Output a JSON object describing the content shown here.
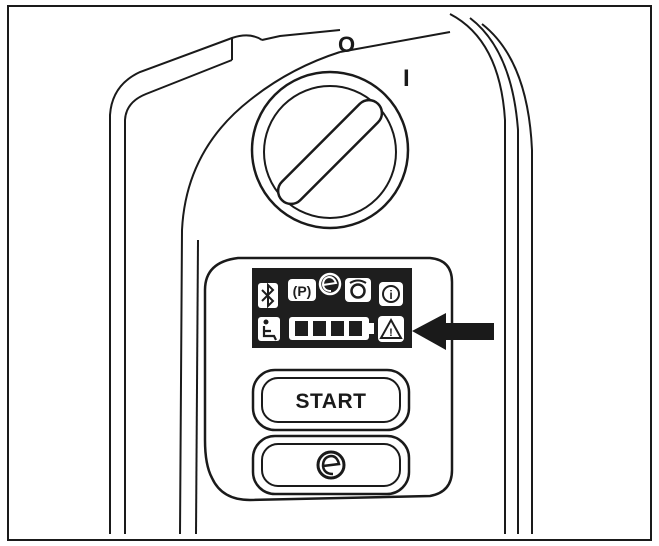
{
  "switch": {
    "off_label": "O",
    "on_label": "I"
  },
  "display": {
    "icons_row1": [
      "bluetooth-icon",
      "parking-brake-icon",
      "eco-icon",
      "ignition-icon",
      "info-icon"
    ],
    "icons_row2": [
      "seat-icon",
      "battery-icon",
      "warning-icon"
    ],
    "battery_level_bars": 4,
    "parking_label": "(P)",
    "info_label": "i",
    "warning_label": "!"
  },
  "buttons": {
    "start_label": "START",
    "eco_label": "e"
  },
  "colors": {
    "line": "#1a1a1a",
    "display_bg": "#1e1e1e",
    "icon_fg": "#ffffff"
  }
}
